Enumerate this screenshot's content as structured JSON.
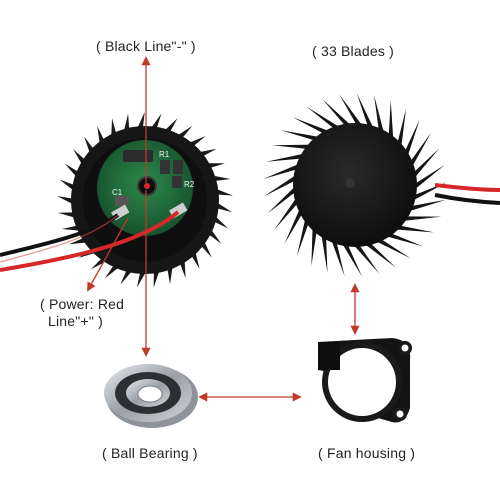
{
  "labels": {
    "black_line": "( Black Line\"-\" )",
    "blades": "( 33 Blades )",
    "power_line_1": "( Power: Red",
    "power_line_2": "Line\"+\" )",
    "ball_bearing": "( Ball Bearing )",
    "fan_housing": "( Fan housing )"
  },
  "pcb_marks": {
    "r1": "R1",
    "r2": "R2",
    "c1": "C1"
  },
  "colors": {
    "arrow": "#c0392b",
    "fan_body": "#141414",
    "pcb": "#1f6b3a",
    "wire_red": "#d62828",
    "wire_black": "#111111",
    "bearing_metal": "#b7bcc2"
  },
  "icons": [
    "arrow-icon",
    "fan-blade-icon",
    "bearing-icon",
    "housing-icon"
  ]
}
